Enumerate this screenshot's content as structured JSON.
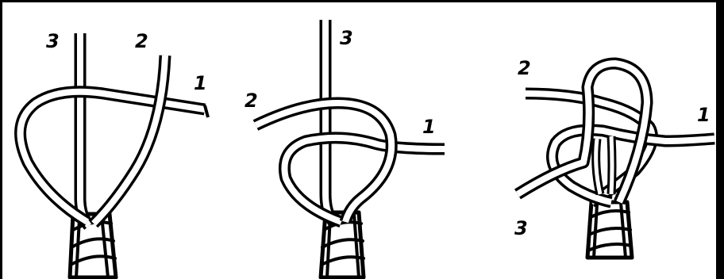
{
  "colors": {
    "ink": "#000000",
    "paper": "#ffffff"
  },
  "panels": [
    {
      "labels": {
        "strand_1": "1",
        "strand_2": "2",
        "strand_3": "3"
      }
    },
    {
      "labels": {
        "strand_1": "1",
        "strand_2": "2",
        "strand_3": "3"
      }
    },
    {
      "labels": {
        "strand_1": "1",
        "strand_2": "2",
        "strand_3": "3"
      }
    }
  ]
}
